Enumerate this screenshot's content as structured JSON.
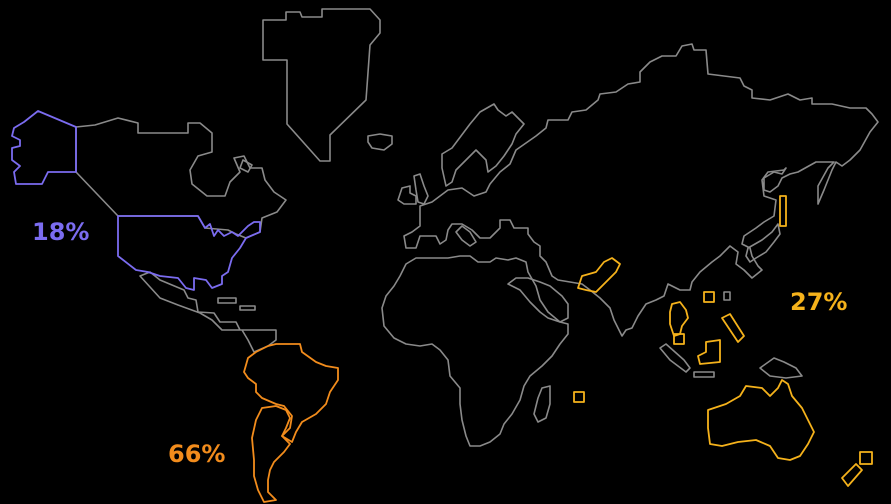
{
  "map": {
    "background": "#000000",
    "land_stroke": "#8a8a8a"
  },
  "regions": [
    {
      "key": "north_america",
      "value": "18%",
      "color": "#7b6cf0"
    },
    {
      "key": "south_america",
      "value": "66%",
      "color": "#f28c1c"
    },
    {
      "key": "asia_pacific",
      "value": "27%",
      "color": "#f5b21b"
    }
  ]
}
